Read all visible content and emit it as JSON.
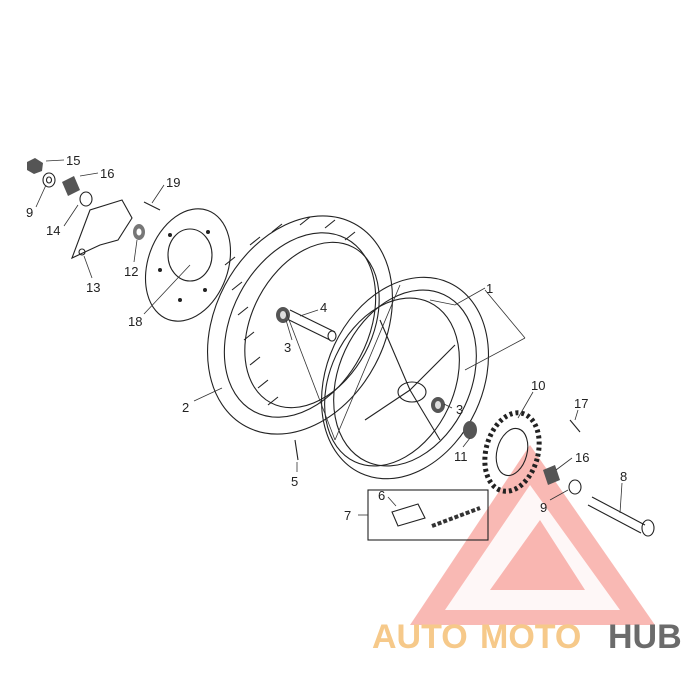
{
  "callouts": [
    {
      "id": "c15",
      "text": "15"
    },
    {
      "id": "c16a",
      "text": "16"
    },
    {
      "id": "c9a",
      "text": "9"
    },
    {
      "id": "c14",
      "text": "14"
    },
    {
      "id": "c19",
      "text": "19"
    },
    {
      "id": "c12",
      "text": "12"
    },
    {
      "id": "c13",
      "text": "13"
    },
    {
      "id": "c18",
      "text": "18"
    },
    {
      "id": "c1",
      "text": "1"
    },
    {
      "id": "c4",
      "text": "4"
    },
    {
      "id": "c3a",
      "text": "3"
    },
    {
      "id": "c2",
      "text": "2"
    },
    {
      "id": "c10",
      "text": "10"
    },
    {
      "id": "c3b",
      "text": "3"
    },
    {
      "id": "c17",
      "text": "17"
    },
    {
      "id": "c11",
      "text": "11"
    },
    {
      "id": "c5",
      "text": "5"
    },
    {
      "id": "c16b",
      "text": "16"
    },
    {
      "id": "c8",
      "text": "8"
    },
    {
      "id": "c9b",
      "text": "9"
    },
    {
      "id": "c7",
      "text": "7"
    },
    {
      "id": "c6",
      "text": "6"
    }
  ],
  "watermark": {
    "part1": "AUTO",
    "part2": "MOTO",
    "part3": "HUB",
    "color_light": "#f6c98a",
    "color_dark": "#6b6b6b",
    "logo_color": "#e84b45"
  }
}
